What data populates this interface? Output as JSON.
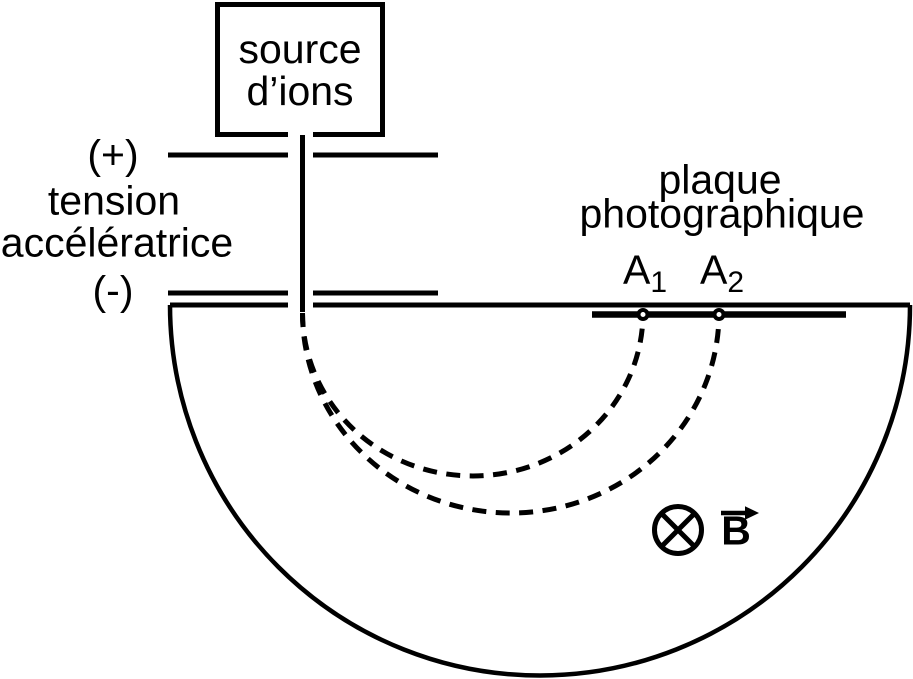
{
  "diagram": {
    "title_hint": "mass spectrometer schematic",
    "colors": {
      "ink": "#000000",
      "background": "#ffffff"
    },
    "source_box": {
      "line1": "source",
      "line2": "d’ions"
    },
    "voltage": {
      "plus": "(+)",
      "label_line1": "tension",
      "label_line2": "accélératrice",
      "minus": "(-)"
    },
    "photo_plate_label": {
      "line1": "plaque",
      "line2": "photographique"
    },
    "impact_points": [
      {
        "label": "A",
        "sub": "1"
      },
      {
        "label": "A",
        "sub": "2"
      }
    ],
    "field": {
      "label": "B",
      "symbol": "circled-x-into-page",
      "vector_arrow": "right"
    }
  }
}
